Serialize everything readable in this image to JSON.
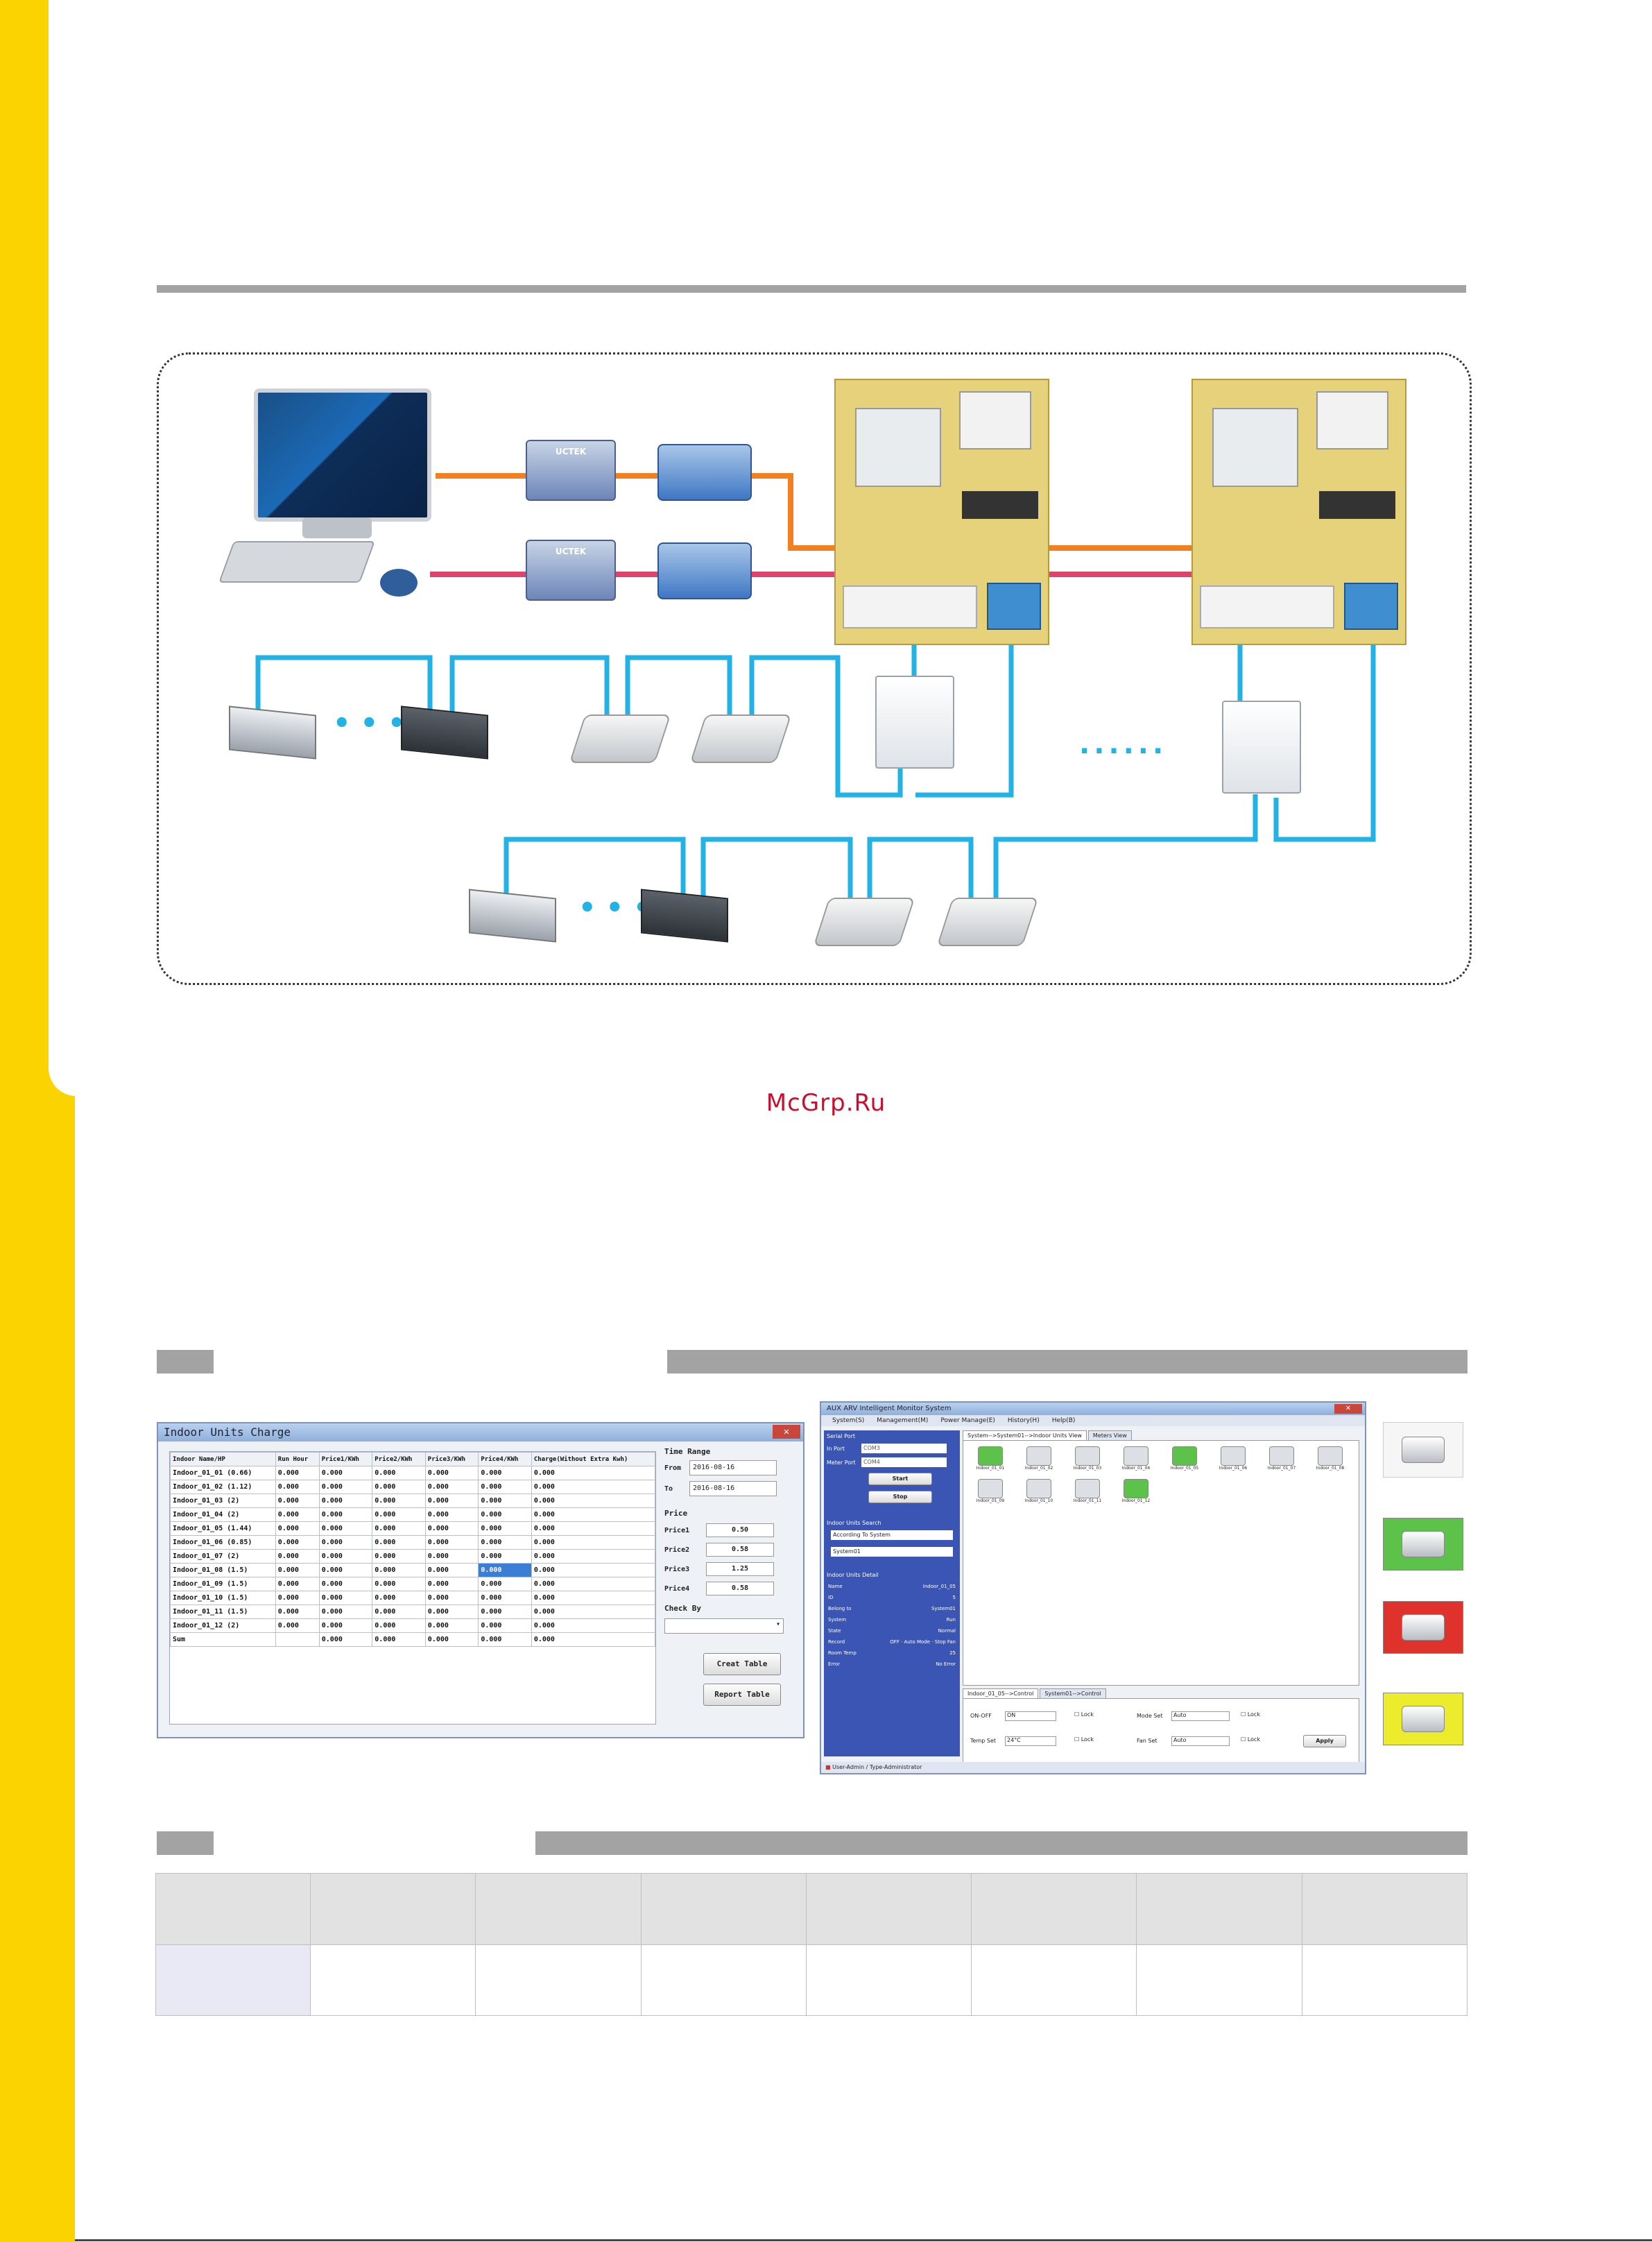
{
  "watermark": "McGrp.Ru",
  "diagram": {
    "converters": [
      "UCTEK",
      "UCTEK"
    ],
    "ellipsis": "......"
  },
  "charge_window": {
    "title": "Indoor Units Charge",
    "columns": [
      "Indoor Name/HP",
      "Run Hour",
      "Price1/KWh",
      "Price2/KWh",
      "Price3/KWh",
      "Price4/KWh",
      "Charge(Without Extra Kwh)"
    ],
    "rows": [
      [
        "Indoor_01_01 (0.66)",
        "0.000",
        "0.000",
        "0.000",
        "0.000",
        "0.000",
        "0.000"
      ],
      [
        "Indoor_01_02 (1.12)",
        "0.000",
        "0.000",
        "0.000",
        "0.000",
        "0.000",
        "0.000"
      ],
      [
        "Indoor_01_03 (2)",
        "0.000",
        "0.000",
        "0.000",
        "0.000",
        "0.000",
        "0.000"
      ],
      [
        "Indoor_01_04 (2)",
        "0.000",
        "0.000",
        "0.000",
        "0.000",
        "0.000",
        "0.000"
      ],
      [
        "Indoor_01_05 (1.44)",
        "0.000",
        "0.000",
        "0.000",
        "0.000",
        "0.000",
        "0.000"
      ],
      [
        "Indoor_01_06 (0.85)",
        "0.000",
        "0.000",
        "0.000",
        "0.000",
        "0.000",
        "0.000"
      ],
      [
        "Indoor_01_07 (2)",
        "0.000",
        "0.000",
        "0.000",
        "0.000",
        "0.000",
        "0.000"
      ],
      [
        "Indoor_01_08 (1.5)",
        "0.000",
        "0.000",
        "0.000",
        "0.000",
        "0.000",
        "0.000"
      ],
      [
        "Indoor_01_09 (1.5)",
        "0.000",
        "0.000",
        "0.000",
        "0.000",
        "0.000",
        "0.000"
      ],
      [
        "Indoor_01_10 (1.5)",
        "0.000",
        "0.000",
        "0.000",
        "0.000",
        "0.000",
        "0.000"
      ],
      [
        "Indoor_01_11 (1.5)",
        "0.000",
        "0.000",
        "0.000",
        "0.000",
        "0.000",
        "0.000"
      ],
      [
        "Indoor_01_12 (2)",
        "0.000",
        "0.000",
        "0.000",
        "0.000",
        "0.000",
        "0.000"
      ],
      [
        "Sum",
        "",
        "0.000",
        "0.000",
        "0.000",
        "0.000",
        "0.000"
      ]
    ],
    "time_range_label": "Time Range",
    "from_label": "From",
    "from_value": "2016-08-16",
    "to_label": "To",
    "to_value": "2016-08-16",
    "price_label": "Price",
    "prices": [
      {
        "label": "Price1",
        "value": "0.50"
      },
      {
        "label": "Price2",
        "value": "0.58"
      },
      {
        "label": "Price3",
        "value": "1.25"
      },
      {
        "label": "Price4",
        "value": "0.58"
      }
    ],
    "check_by_label": "Check By",
    "create_button": "Creat Table",
    "report_button": "Report Table"
  },
  "system_window": {
    "title": "AUX ARV Intelligent Monitor System",
    "menu": [
      "System(S)",
      "Management(M)",
      "Power Manage(E)",
      "History(H)",
      "Help(B)"
    ],
    "tabs": [
      "System-->System01-->Indoor Units View",
      "Meters View"
    ],
    "units_top": [
      "Indoor_01_01",
      "Indoor_01_02",
      "Indoor_01_03",
      "Indoor_01_04",
      "Indoor_01_05",
      "Indoor_01_06",
      "Indoor_01_07",
      "Indoor_01_08"
    ],
    "units_bottom": [
      "Indoor_01_09",
      "Indoor_01_10",
      "Indoor_01_11",
      "Indoor_01_12"
    ],
    "green_units": [
      0,
      4,
      11
    ],
    "left_panel": {
      "serial_label": "Serial Port",
      "in_port": "In Port",
      "in_port_value": "COM3",
      "meter_port": "Meter Port",
      "meter_port_value": "COM4",
      "start_button": "Start",
      "stop_button": "Stop",
      "search_label": "Indoor Units Search",
      "search_value": "According To System",
      "system_value": "System01",
      "detail_label": "Indoor Units Detail",
      "details": [
        {
          "k": "Name",
          "v": "Indoor_01_05"
        },
        {
          "k": "ID",
          "v": "5"
        },
        {
          "k": "Belong to",
          "v": "System01"
        },
        {
          "k": "System",
          "v": "Run"
        },
        {
          "k": "State",
          "v": "Normal"
        },
        {
          "k": "Record",
          "v": "OFF · Auto Mode · Stop Fan"
        },
        {
          "k": "Room Temp",
          "v": "25"
        },
        {
          "k": "Error",
          "v": "No Error"
        }
      ]
    },
    "control_tabs": [
      "Indoor_01_05-->Control",
      "System01-->Control"
    ],
    "controls": {
      "onoff_label": "ON-OFF",
      "onoff_value": "ON",
      "mode_label": "Mode Set",
      "mode_value": "Auto",
      "temp_label": "Temp Set",
      "temp_value": "24°C",
      "fan_label": "Fan Set",
      "fan_value": "Auto",
      "lock_label": "Lock",
      "apply_button": "Apply"
    },
    "status_bar": "User-Admin / Type-Administrator"
  },
  "colors": {
    "yellow": "#fbd400",
    "orange": "#f47f1f",
    "pink": "#e0426b",
    "blue": "#22b2e6",
    "green": "#5cc24a",
    "red": "#e0322d",
    "lime": "#ecec2c"
  }
}
